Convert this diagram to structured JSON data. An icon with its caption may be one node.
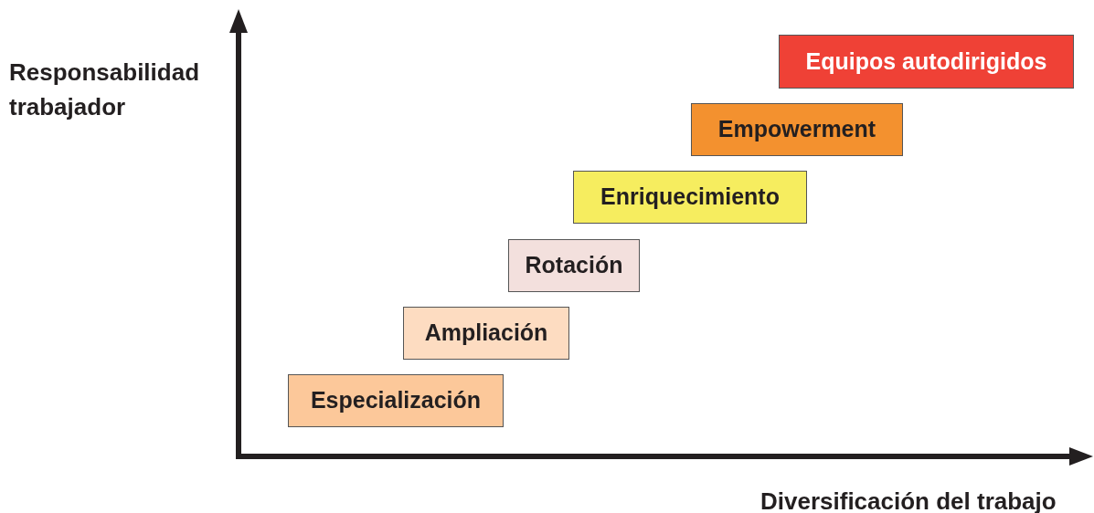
{
  "diagram": {
    "nodes": [
      {
        "text": [
          "Especialización"
        ]
      },
      {
        "text": [
          "Ampliación"
        ]
      },
      {
        "text": [
          "Rotación"
        ]
      },
      {
        "text": [
          "Enriquecimiento"
        ]
      },
      {
        "text": [
          "Empowerment"
        ]
      },
      {
        "text": [
          "Equipos autodirigidos"
        ]
      }
    ],
    "labels": [
      "Responsabilidad trabajador",
      "Diversificación del trabajo"
    ]
  }
}
